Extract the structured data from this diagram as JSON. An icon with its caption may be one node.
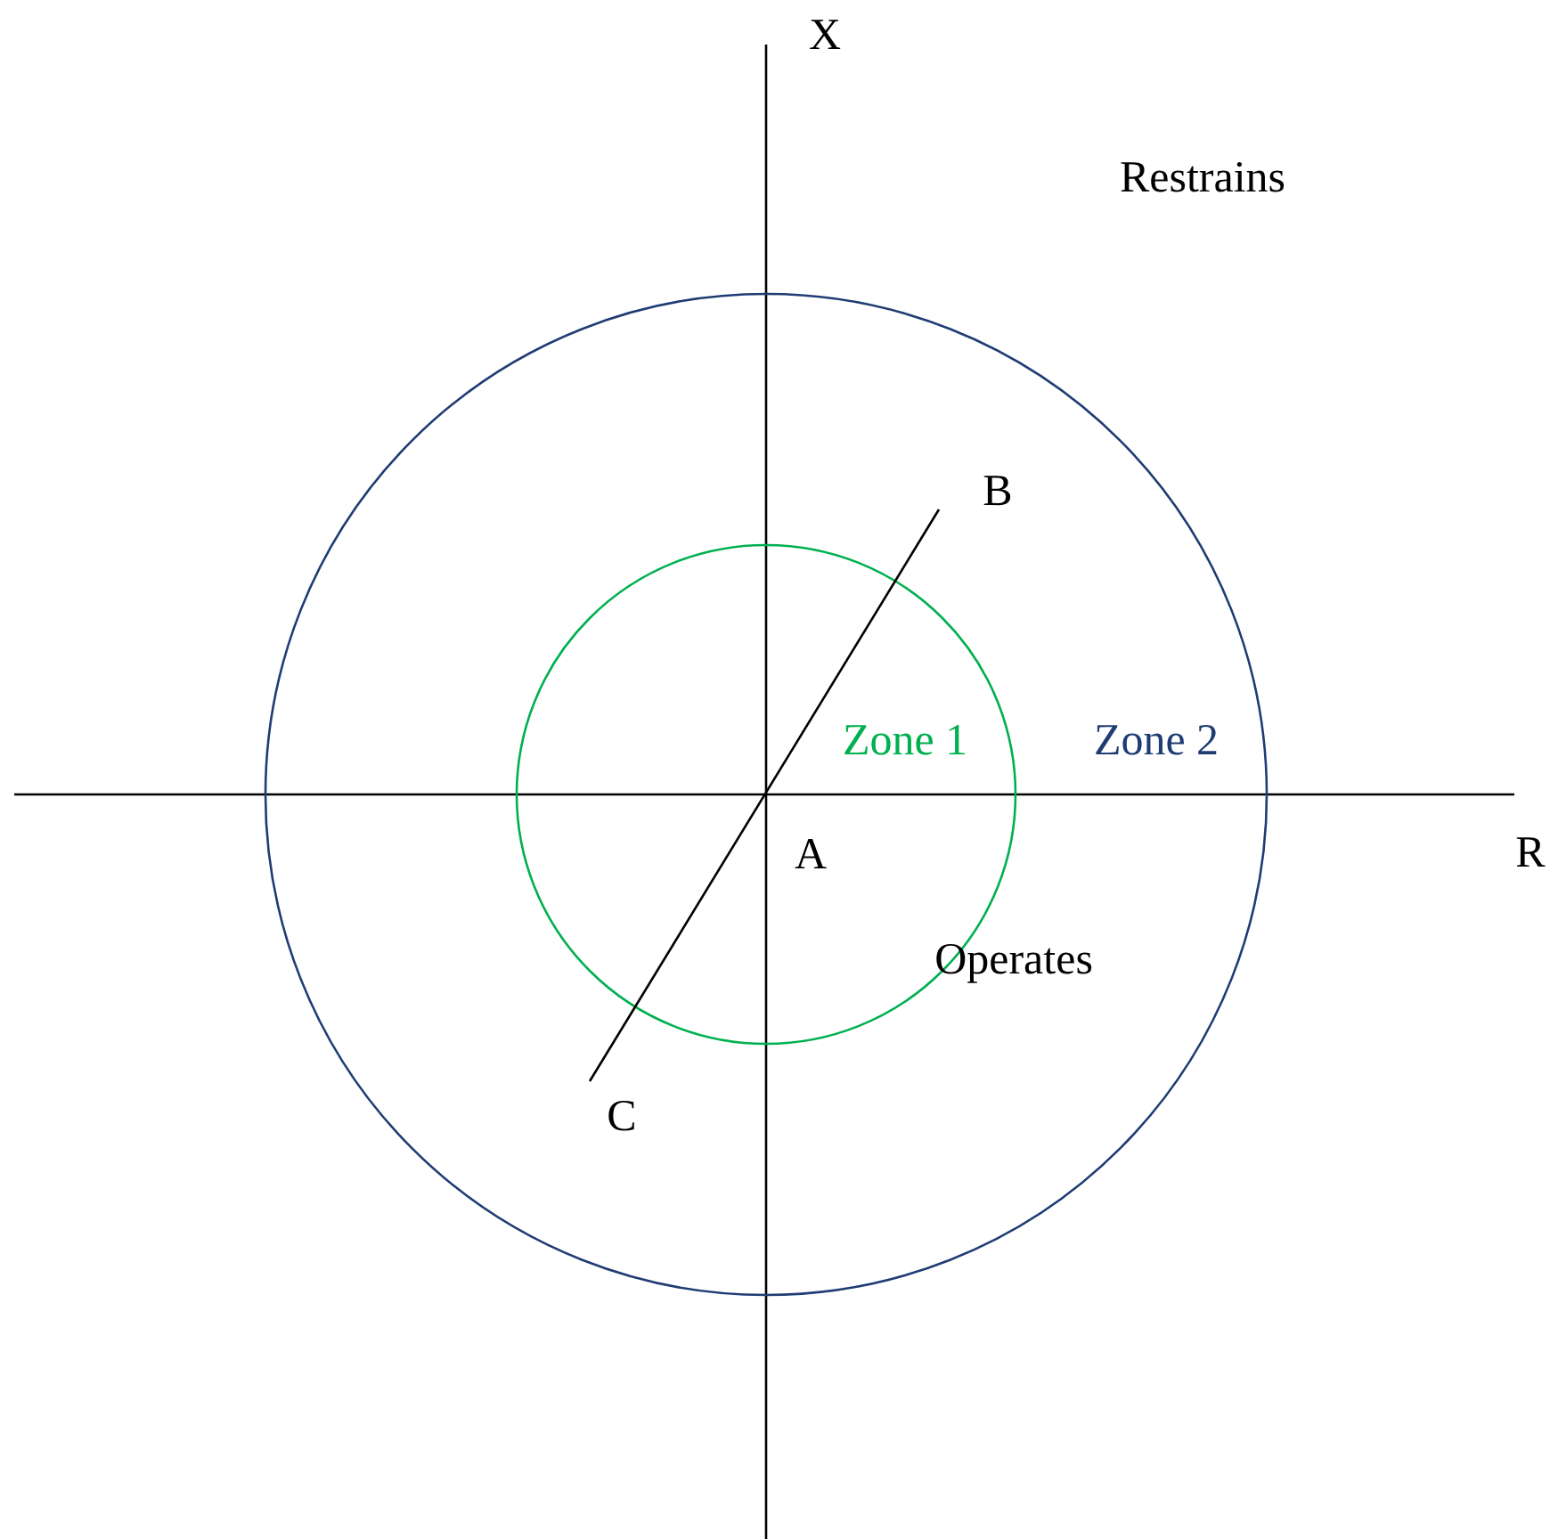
{
  "diagram": {
    "labels": [
      "X",
      "Restrains",
      "B",
      "Zone 1",
      "Zone 2",
      "A",
      "R",
      "Operates",
      "C"
    ]
  }
}
